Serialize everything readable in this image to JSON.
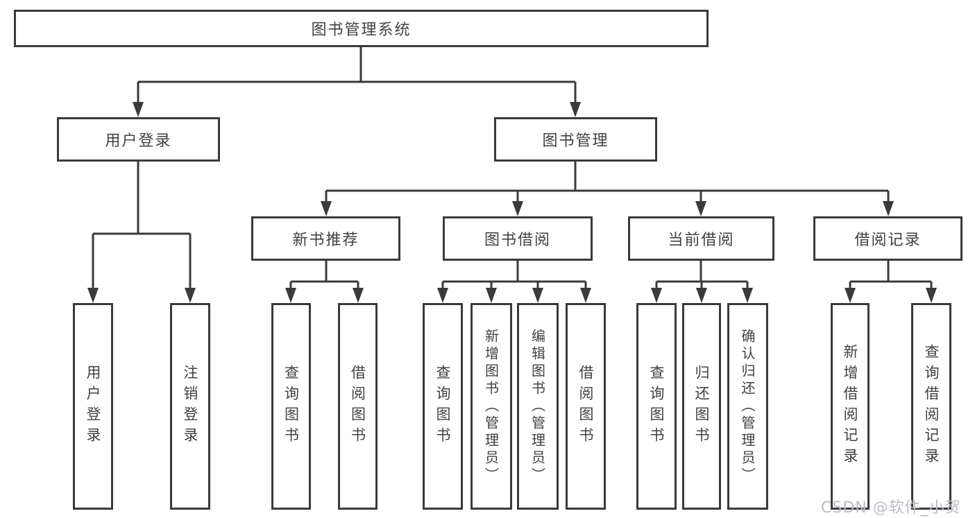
{
  "diagram": {
    "type": "hierarchy-structure-diagram",
    "colors": {
      "line": "#3a3a3a",
      "box_border": "#3a3a3a",
      "box_fill": "#ffffff",
      "text": "#414141",
      "watermark": "#b9bdc4",
      "background": "#ffffff"
    },
    "nodes": {
      "root": "图书管理系统",
      "user_login": "用户登录",
      "book_mgmt": "图书管理",
      "new_book_rec": "新书推荐",
      "book_borrowing": "图书借阅",
      "current_borrowing": "当前借阅",
      "borrowing_records": "借阅记录",
      "leaf_user_login": "用户登录",
      "leaf_logout": "注销登录",
      "leaf_query_books_a": "查询图书",
      "leaf_borrow_books_a": "借阅图书",
      "leaf_query_books_b": "查询图书",
      "leaf_add_books_admin": "新增图书（管理员）",
      "leaf_edit_books_admin": "编辑图书（管理员）",
      "leaf_borrow_books_b": "借阅图书",
      "leaf_query_books_c": "查询图书",
      "leaf_return_books": "归还图书",
      "leaf_confirm_return_admin": "确认归还（管理员）",
      "leaf_add_borrow_record": "新增借阅记录",
      "leaf_query_borrow_record": "查询借阅记录"
    },
    "hierarchy": {
      "root": [
        "user_login",
        "book_mgmt"
      ],
      "user_login": [
        "leaf_user_login",
        "leaf_logout"
      ],
      "book_mgmt": [
        "new_book_rec",
        "book_borrowing",
        "current_borrowing",
        "borrowing_records"
      ],
      "new_book_rec": [
        "leaf_query_books_a",
        "leaf_borrow_books_a"
      ],
      "book_borrowing": [
        "leaf_query_books_b",
        "leaf_add_books_admin",
        "leaf_edit_books_admin",
        "leaf_borrow_books_b"
      ],
      "current_borrowing": [
        "leaf_query_books_c",
        "leaf_return_books",
        "leaf_confirm_return_admin"
      ],
      "borrowing_records": [
        "leaf_add_borrow_record",
        "leaf_query_borrow_record"
      ]
    },
    "watermark": "CSDN @软件_小贺同学"
  }
}
